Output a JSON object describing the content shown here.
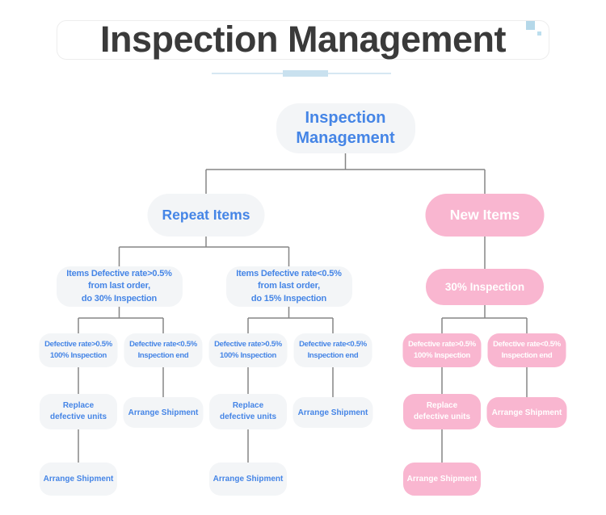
{
  "header": {
    "title": "Inspection Management"
  },
  "flowchart": {
    "root_label": "Inspection\nManagement",
    "branches": {
      "repeat": {
        "label": "Repeat Items",
        "high": "Items Defective rate>0.5%\nfrom last order,\ndo 30% Inspection",
        "low": "Items Defective rate<0.5%\nfrom last order,\ndo 15% Inspection"
      },
      "new": {
        "label": "New Items",
        "inspection": "30% Inspection"
      }
    },
    "shared": {
      "defective_high": "Defective rate>0.5%\n100% Inspection",
      "defective_low": "Defective rate<0.5%\nInspection end",
      "replace_units": "Replace\ndefective units",
      "arrange_shipment": "Arrange Shipment"
    }
  },
  "colors": {
    "accent_blue": "#4585e6",
    "node_light_bg": "#f3f5f7",
    "node_pink_bg": "#f9b6d0",
    "connector_gray": "#858585",
    "title_dark": "#3a3a3a",
    "underline_blue": "#c9e1ef"
  }
}
